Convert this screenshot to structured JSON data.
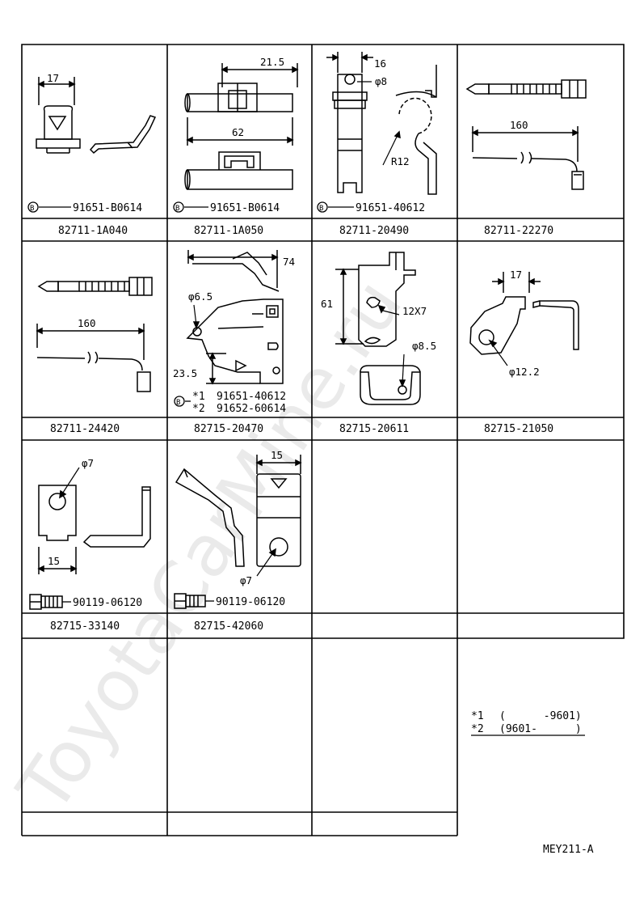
{
  "watermark": "ToyotaCarMine.ru",
  "drawing_code": "MEY211-A",
  "cells": [
    {
      "part_no": "82711-1A040",
      "dims": [
        "17"
      ],
      "fastener": {
        "marker": "B",
        "part_no": "91651-B0614"
      }
    },
    {
      "part_no": "82711-1A050",
      "dims": [
        "21.5",
        "62"
      ],
      "fastener": {
        "marker": "B",
        "part_no": "91651-B0614"
      }
    },
    {
      "part_no": "82711-20490",
      "dims": [
        "16",
        "φ8",
        "R12"
      ],
      "fastener": {
        "marker": "B",
        "part_no": "91651-40612"
      }
    },
    {
      "part_no": "82711-22270",
      "dims": [
        "160"
      ]
    },
    {
      "part_no": "82711-24420",
      "dims": [
        "160"
      ]
    },
    {
      "part_no": "82715-20470",
      "dims": [
        "74",
        "φ6.5",
        "23.5"
      ],
      "fastener": {
        "marker": "B",
        "alts": [
          {
            "mark": "*1",
            "part_no": "91651-40612"
          },
          {
            "mark": "*2",
            "part_no": "91652-60614"
          }
        ]
      }
    },
    {
      "part_no": "82715-20611",
      "dims": [
        "61",
        "12X7",
        "φ8.5"
      ]
    },
    {
      "part_no": "82715-21050",
      "dims": [
        "17",
        "φ12.2"
      ]
    },
    {
      "part_no": "82715-33140",
      "dims": [
        "φ7",
        "15"
      ],
      "fastener": {
        "part_no": "90119-06120"
      }
    },
    {
      "part_no": "82715-42060",
      "dims": [
        "15",
        "φ7"
      ],
      "fastener": {
        "part_no": "90119-06120"
      }
    }
  ],
  "legend": [
    {
      "mark": "*1",
      "range": "(      -9601)"
    },
    {
      "mark": "*2",
      "range": "(9601-      )"
    }
  ]
}
